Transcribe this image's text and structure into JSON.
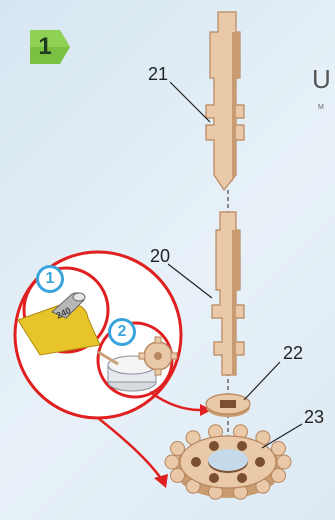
{
  "step": {
    "number": "1"
  },
  "brand": {
    "letter": "U",
    "small": "M"
  },
  "parts": {
    "p21": "21",
    "p20": "20",
    "p22": "22",
    "p23": "23"
  },
  "callouts": {
    "sandpaper": {
      "badge": "1",
      "grit": "240"
    },
    "wax": {
      "badge": "2"
    }
  },
  "colors": {
    "wood": "#e9c9a8",
    "wood_edge": "#b8865e",
    "wood_dark": "#7a5030",
    "accent_red": "#e02020",
    "badge_blue": "#3aa4dc",
    "step_green": "#7ac143",
    "sandpaper": "#e6c42a"
  },
  "icons": [
    "sandpaper-icon",
    "wax-candle-icon"
  ]
}
